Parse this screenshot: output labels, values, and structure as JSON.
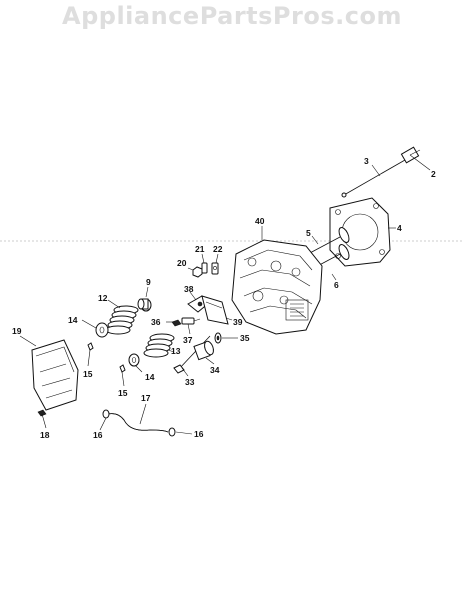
{
  "watermark": "AppliancePartsPros.com",
  "callouts": {
    "c2": "2",
    "c3": "3",
    "c4": "4",
    "c5": "5",
    "c6": "6",
    "c9": "9",
    "c12": "12",
    "c13": "13",
    "c14a": "14",
    "c14b": "14",
    "c15a": "15",
    "c15b": "15",
    "c16a": "16",
    "c16b": "16",
    "c17": "17",
    "c18": "18",
    "c19": "19",
    "c20": "20",
    "c21": "21",
    "c22": "22",
    "c33": "33",
    "c34": "34",
    "c35": "35",
    "c36": "36",
    "c37": "37",
    "c38": "38",
    "c39": "39",
    "c40": "40"
  }
}
